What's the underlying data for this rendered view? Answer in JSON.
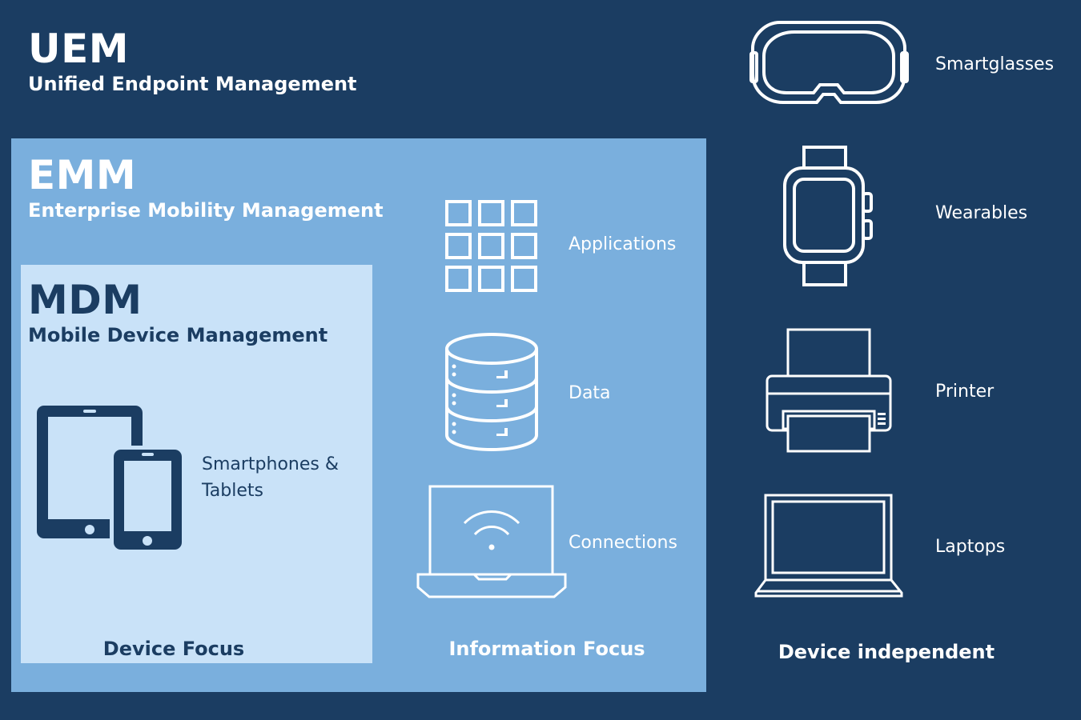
{
  "uem": {
    "title": "UEM",
    "subtitle": "Unified Endpoint Management",
    "focus": "Device independent"
  },
  "emm": {
    "title": "EMM",
    "subtitle": "Enterprise Mobility Management",
    "focus": "Information Focus",
    "items": [
      "Applications",
      "Data",
      "Connections"
    ]
  },
  "mdm": {
    "title": "MDM",
    "subtitle": "Mobile Device Management",
    "focus": "Device Focus",
    "device_line1": "Smartphones &",
    "device_line2": "Tablets"
  },
  "devices": [
    "Smartglasses",
    "Wearables",
    "Printer",
    "Laptops"
  ],
  "colors": {
    "background": "#1b3d62",
    "emm_fill": "#7aafdd",
    "mdm_fill": "#c9e2f8",
    "icon_white": "#ffffff"
  },
  "icons": [
    "vr-headset-icon",
    "smartwatch-icon",
    "printer-icon",
    "laptop-icon",
    "app-grid-icon",
    "database-icon",
    "laptop-wifi-icon",
    "tablet-phone-icon"
  ]
}
